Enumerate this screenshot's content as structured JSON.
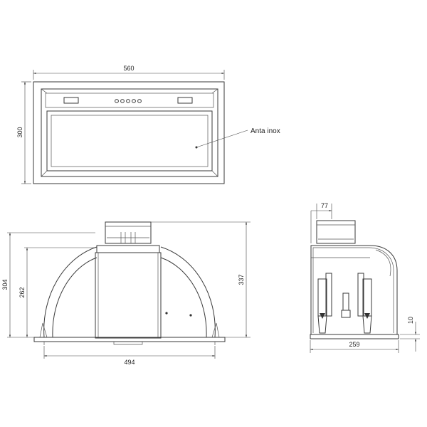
{
  "front_view": {
    "width_label": "560",
    "height_label": "300",
    "callout_label": "Anta inox"
  },
  "side_view": {
    "width_label": "494",
    "height_outer_label": "304",
    "height_inner_label": "262",
    "height_total_label": "337"
  },
  "profile_view": {
    "duct_label": "77",
    "depth_label": "259",
    "base_label": "10"
  }
}
